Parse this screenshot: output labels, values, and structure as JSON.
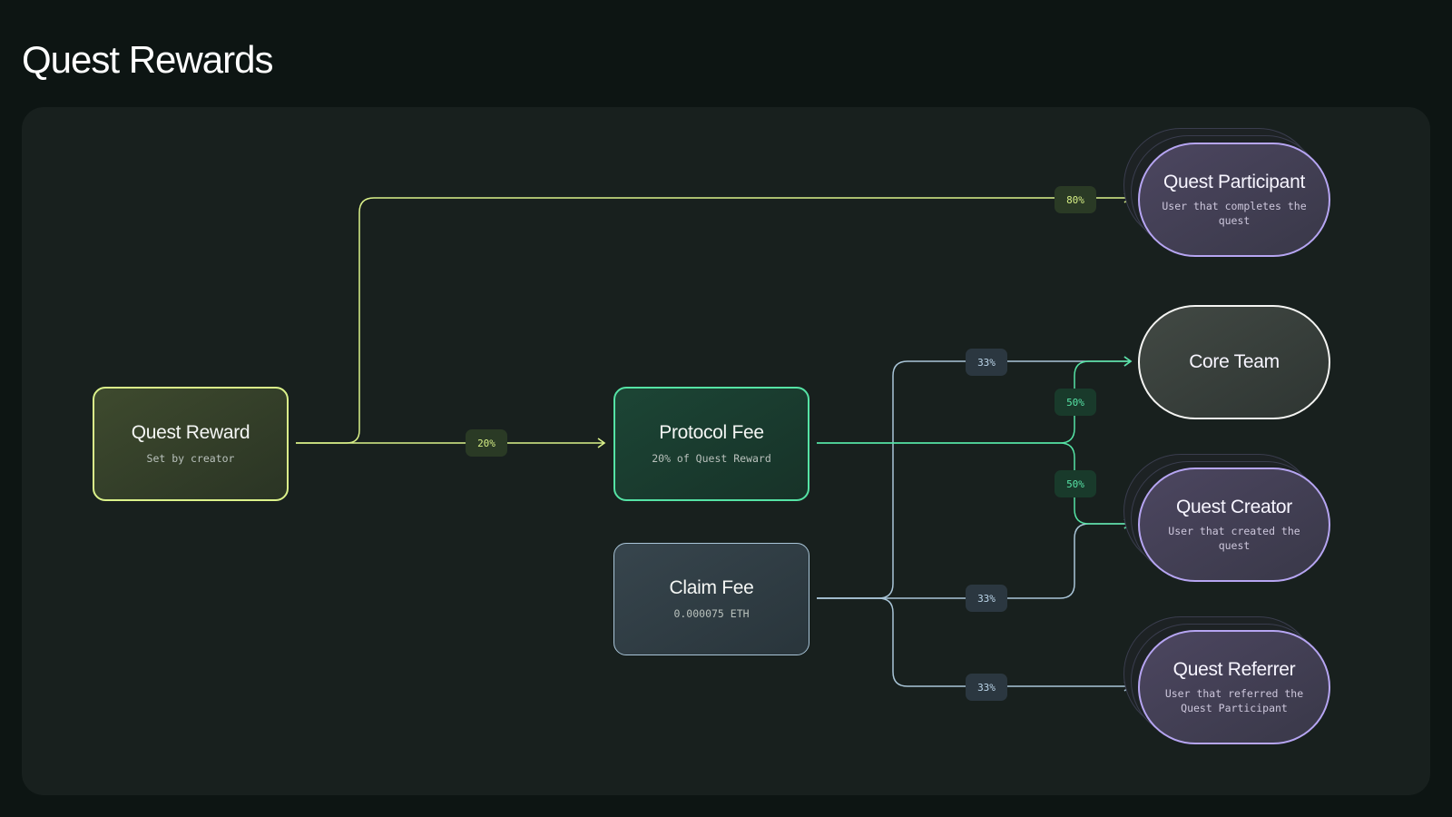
{
  "page": {
    "title": "Quest Rewards"
  },
  "colors": {
    "background": "#0d1513",
    "panel": "#18201e",
    "reward_flow": "#dbf28a",
    "protocol_flow": "#55e3a5",
    "claim_flow": "#a9c5d8",
    "recipient_purple": "#b6a5f2",
    "core_team_border": "#f4f4f2"
  },
  "sources": {
    "quest_reward": {
      "title": "Quest Reward",
      "subtitle": "Set by creator"
    },
    "protocol_fee": {
      "title": "Protocol Fee",
      "subtitle": "20% of Quest Reward"
    },
    "claim_fee": {
      "title": "Claim Fee",
      "subtitle": "0.000075 ETH"
    }
  },
  "recipients": {
    "quest_participant": {
      "title": "Quest Participant",
      "subtitle": "User that completes the quest"
    },
    "core_team": {
      "title": "Core Team"
    },
    "quest_creator": {
      "title": "Quest Creator",
      "subtitle": "User that created the quest"
    },
    "quest_referrer": {
      "title": "Quest Referrer",
      "subtitle": "User that referred the Quest Participant"
    }
  },
  "flows": {
    "reward_to_participant": "80%",
    "reward_to_protocol": "20%",
    "protocol_to_core_team": "50%",
    "protocol_to_creator": "50%",
    "claim_to_core_team": "33%",
    "claim_to_creator": "33%",
    "claim_to_referrer": "33%"
  }
}
